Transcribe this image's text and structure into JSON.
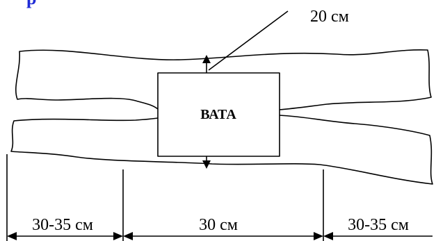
{
  "title": {
    "text": "р",
    "color": "#1f2bd6"
  },
  "labels": {
    "top_measure": "20 см",
    "box": "ВАТА",
    "left_measure": "30-35 см",
    "center_measure": "30 см",
    "right_measure": "30-35 см"
  }
}
